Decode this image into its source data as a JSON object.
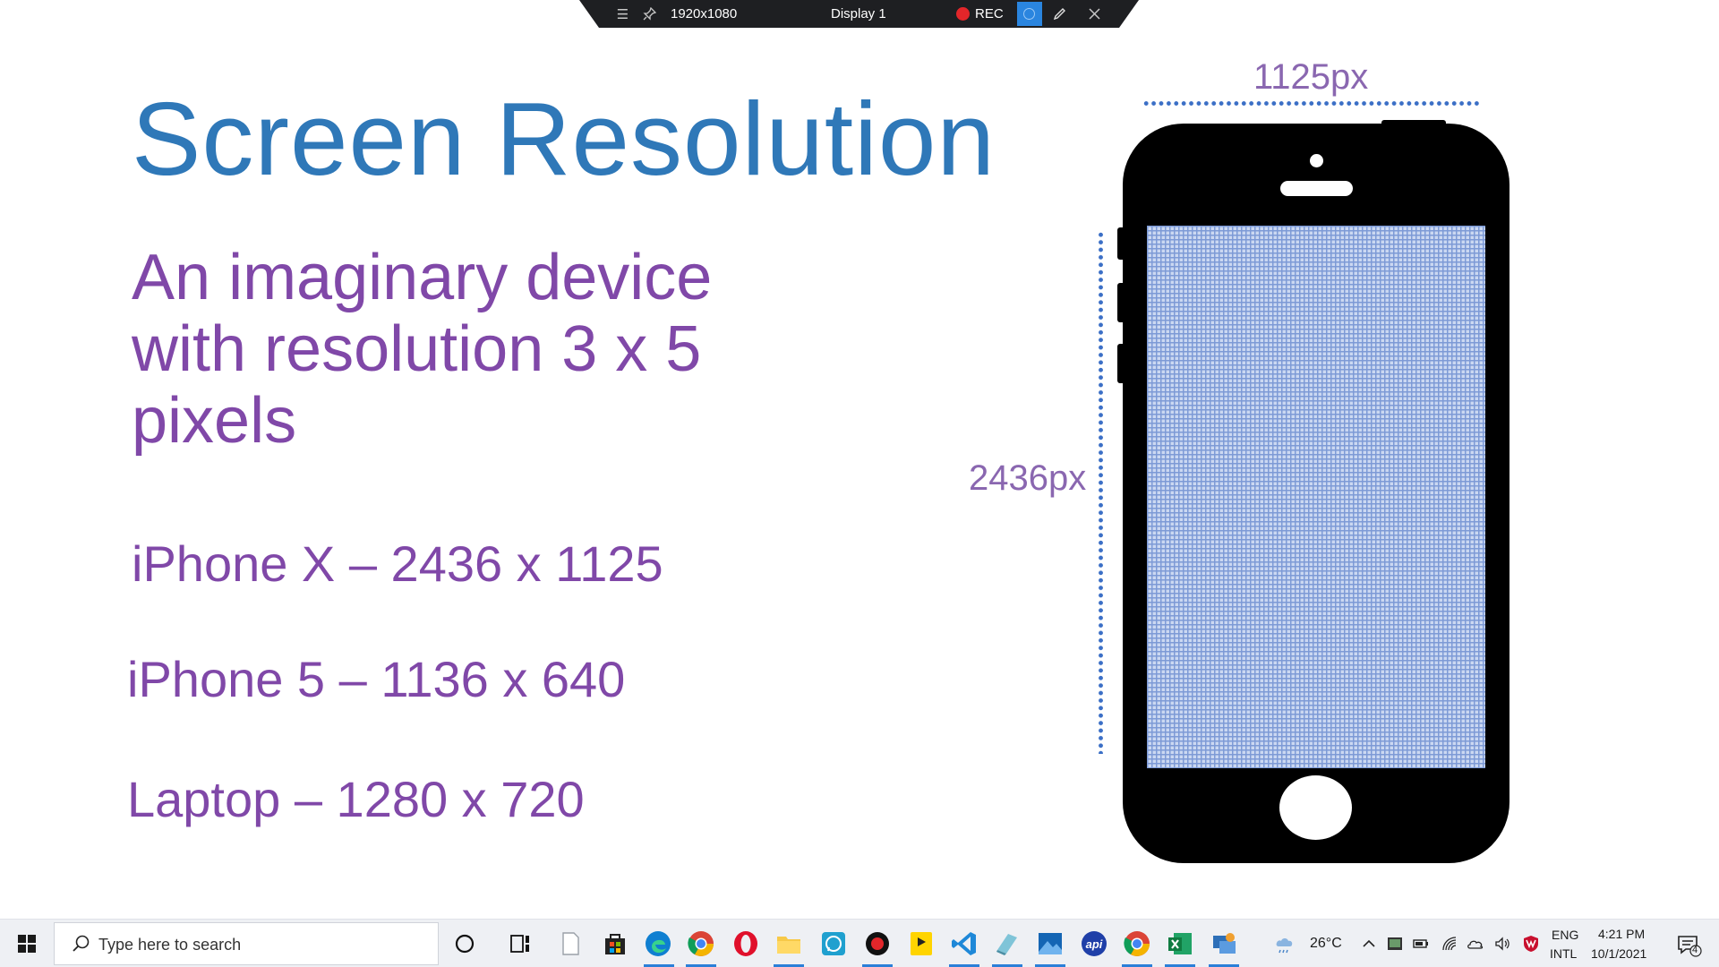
{
  "recorder_toolbar": {
    "resolution": "1920x1080",
    "display": "Display 1",
    "rec_label": "REC"
  },
  "slide": {
    "title": "Screen Resolution",
    "description": "An imaginary device with resolution 3 x 5 pixels",
    "devices": [
      "iPhone X – 2436 x 1125",
      "iPhone 5 – 1136 x 640",
      "Laptop – 1280 x 720"
    ],
    "phone_diagram": {
      "width_label": "1125px",
      "height_label": "2436px"
    }
  },
  "taskbar": {
    "search_placeholder": "Type here to search",
    "pinned_apps": [
      "cortana-icon",
      "task-view-icon",
      "file-icon",
      "store-icon",
      "edge-icon",
      "chrome-icon",
      "opera-icon",
      "file-explorer-icon",
      "whatsapp-icon",
      "recorder-icon",
      "player-icon",
      "vscode-icon",
      "app-icon",
      "photos-icon",
      "api-icon",
      "chrome-icon",
      "excel-icon",
      "network-app-icon"
    ],
    "weather": "26°C",
    "language_top": "ENG",
    "language_bottom": "INTL",
    "time": "4:21 PM",
    "date": "10/1/2021",
    "notification_count": "4"
  },
  "colors": {
    "title": "#2f78b8",
    "body_text": "#8048a8",
    "screen_grid": "#7d9ad6",
    "taskbar": "#eef0f4",
    "rec_red": "#e3262a"
  }
}
